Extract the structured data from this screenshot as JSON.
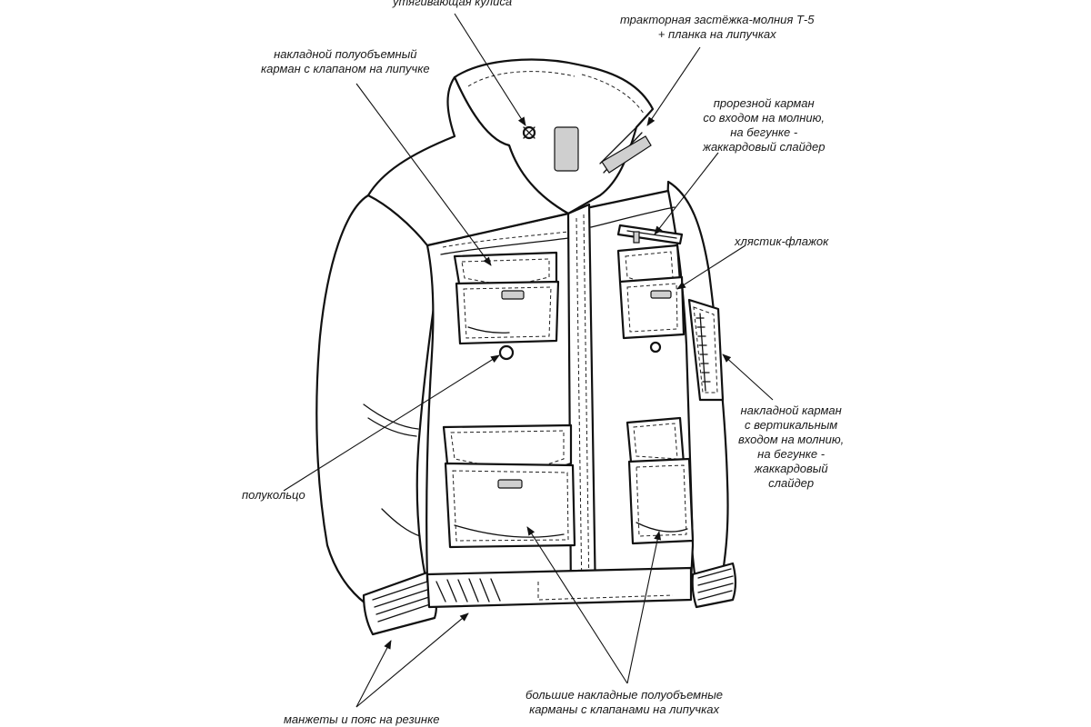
{
  "labels": {
    "drawstring": "утягивающая кулиса",
    "zipper": [
      "тракторная застёжка-молния Т-5",
      "+ планка на липучках"
    ],
    "chest_pocket": [
      "накладной полуобъемный",
      "карман с клапаном на липучке"
    ],
    "welt_pocket": [
      "прорезной карман",
      "со входом на молнию,",
      "на бегунке -",
      "жаккардовый слайдер"
    ],
    "flag_tab": "хлястик-флажок",
    "half_ring": "полукольцо",
    "sleeve_pocket": [
      "накладной карман",
      "с вертикальным",
      "входом на молнию,",
      "на бегунке -",
      "жаккардовый",
      "слайдер"
    ],
    "cuffs_belt": "манжеты и пояс на резинке",
    "big_pockets": [
      "большие накладные полуобъемные",
      "карманы с клапанами на липучках"
    ]
  },
  "colors": {
    "ink": "#111111",
    "patch_grey": "#cfcfcf",
    "background": "#ffffff"
  }
}
